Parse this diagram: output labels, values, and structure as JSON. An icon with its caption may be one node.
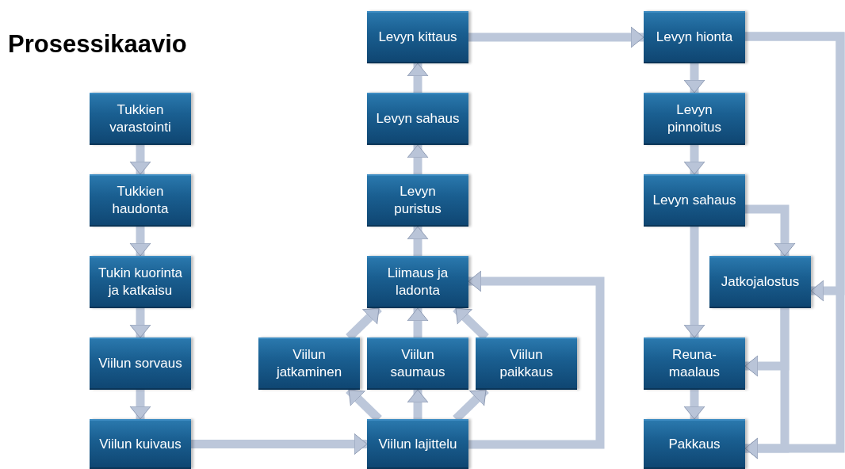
{
  "diagram": {
    "title": "Prosessikaavio",
    "nodes": [
      {
        "text": [
          "Tukkien varastointi"
        ]
      },
      {
        "text": [
          "Tukkien haudonta"
        ]
      },
      {
        "text": [
          "Tukin kuorinta ja katkaisu"
        ]
      },
      {
        "text": [
          "Viilun sorvaus"
        ]
      },
      {
        "text": [
          "Viilun kuivaus"
        ]
      },
      {
        "text": [
          "Viilun lajittelu"
        ]
      },
      {
        "text": [
          "Viilun jatkaminen"
        ]
      },
      {
        "text": [
          "Viilun saumaus"
        ]
      },
      {
        "text": [
          "Viilun paikkaus"
        ]
      },
      {
        "text": [
          "Liimaus ja ladonta"
        ]
      },
      {
        "text": [
          "Levyn puristus"
        ]
      },
      {
        "text": [
          "Levyn sahaus"
        ]
      },
      {
        "text": [
          "Levyn kittaus"
        ]
      },
      {
        "text": [
          "Levyn hionta"
        ]
      },
      {
        "text": [
          "Levyn pinnoitus"
        ]
      },
      {
        "text": [
          "Levyn sahaus"
        ]
      },
      {
        "text": [
          "Jatkojalostus"
        ]
      },
      {
        "text": [
          "Reuna-maalaus"
        ]
      },
      {
        "text": [
          "Pakkaus"
        ]
      }
    ],
    "edges": [
      {
        "from": 0,
        "to": 1,
        "arrow": "to"
      },
      {
        "from": 1,
        "to": 2,
        "arrow": "to"
      },
      {
        "from": 2,
        "to": 3,
        "arrow": "to"
      },
      {
        "from": 3,
        "to": 4,
        "arrow": "to"
      },
      {
        "from": 4,
        "to": 5,
        "arrow": "to"
      },
      {
        "from": 5,
        "to": 6,
        "arrow": "to"
      },
      {
        "from": 5,
        "to": 7,
        "arrow": "to"
      },
      {
        "from": 5,
        "to": 8,
        "arrow": "to"
      },
      {
        "from": 6,
        "to": 9,
        "arrow": "to"
      },
      {
        "from": 7,
        "to": 9,
        "arrow": "to"
      },
      {
        "from": 8,
        "to": 9,
        "arrow": "to"
      },
      {
        "from": 5,
        "to": 9,
        "arrow": "to"
      },
      {
        "from": 9,
        "to": 10,
        "arrow": "to"
      },
      {
        "from": 10,
        "to": 11,
        "arrow": "to"
      },
      {
        "from": 11,
        "to": 12,
        "arrow": "to"
      },
      {
        "from": 12,
        "to": 13,
        "arrow": "to"
      },
      {
        "from": 13,
        "to": 14,
        "arrow": "to"
      },
      {
        "from": 14,
        "to": 15,
        "arrow": "to"
      },
      {
        "from": 15,
        "to": 16,
        "arrow": "to"
      },
      {
        "from": 15,
        "to": 17,
        "arrow": "to"
      },
      {
        "from": 13,
        "to": 16,
        "arrow": "to"
      },
      {
        "from": 13,
        "to": 18,
        "arrow": "to"
      },
      {
        "from": 16,
        "to": 17,
        "arrow": "to"
      },
      {
        "from": 16,
        "to": 18,
        "arrow": "to"
      },
      {
        "from": 17,
        "to": 18,
        "arrow": "to"
      }
    ]
  }
}
